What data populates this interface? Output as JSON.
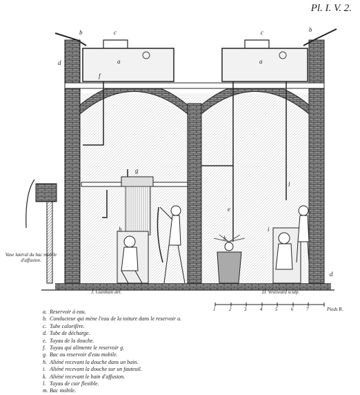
{
  "plate": {
    "title": "Pl. I. V. 2.",
    "side_caption": "Vase latéral du bac mobile d'affusion.",
    "credit_left": "J. Guisbain del.",
    "credit_right": "D. Vestiward sculp.",
    "scale": {
      "numbers": [
        "1",
        "2",
        "3",
        "4",
        "5",
        "6",
        "7"
      ],
      "unit": "Pieds R."
    },
    "labels": [
      "a",
      "a",
      "b",
      "b",
      "c",
      "c",
      "d",
      "d",
      "e",
      "f",
      "g",
      "h",
      "i",
      "k",
      "l"
    ],
    "legend": [
      {
        "key": "a.",
        "text": "Reservoir à eau."
      },
      {
        "key": "b.",
        "text": "Conducteur qui mène l'eau de la toiture dans le reservoir a."
      },
      {
        "key": "c.",
        "text": "Tube calorifère."
      },
      {
        "key": "d.",
        "text": "Tube de décharge."
      },
      {
        "key": "e.",
        "text": "Tuyau de la douche."
      },
      {
        "key": "f.",
        "text": "Tuyau qui alimente le reservoir g."
      },
      {
        "key": "g.",
        "text": "Bac ou reservoir d'eau mobile."
      },
      {
        "key": "h.",
        "text": "Aliéné recevant la douche dans un bain."
      },
      {
        "key": "i.",
        "text": "Aliéné recevant la douche sur un fauteuil."
      },
      {
        "key": "k.",
        "text": "Aliéné recevant le bain d'affusion."
      },
      {
        "key": "l.",
        "text": "Tuyau de cuir flexible."
      },
      {
        "key": "m.",
        "text": "Bac mobile."
      }
    ]
  }
}
